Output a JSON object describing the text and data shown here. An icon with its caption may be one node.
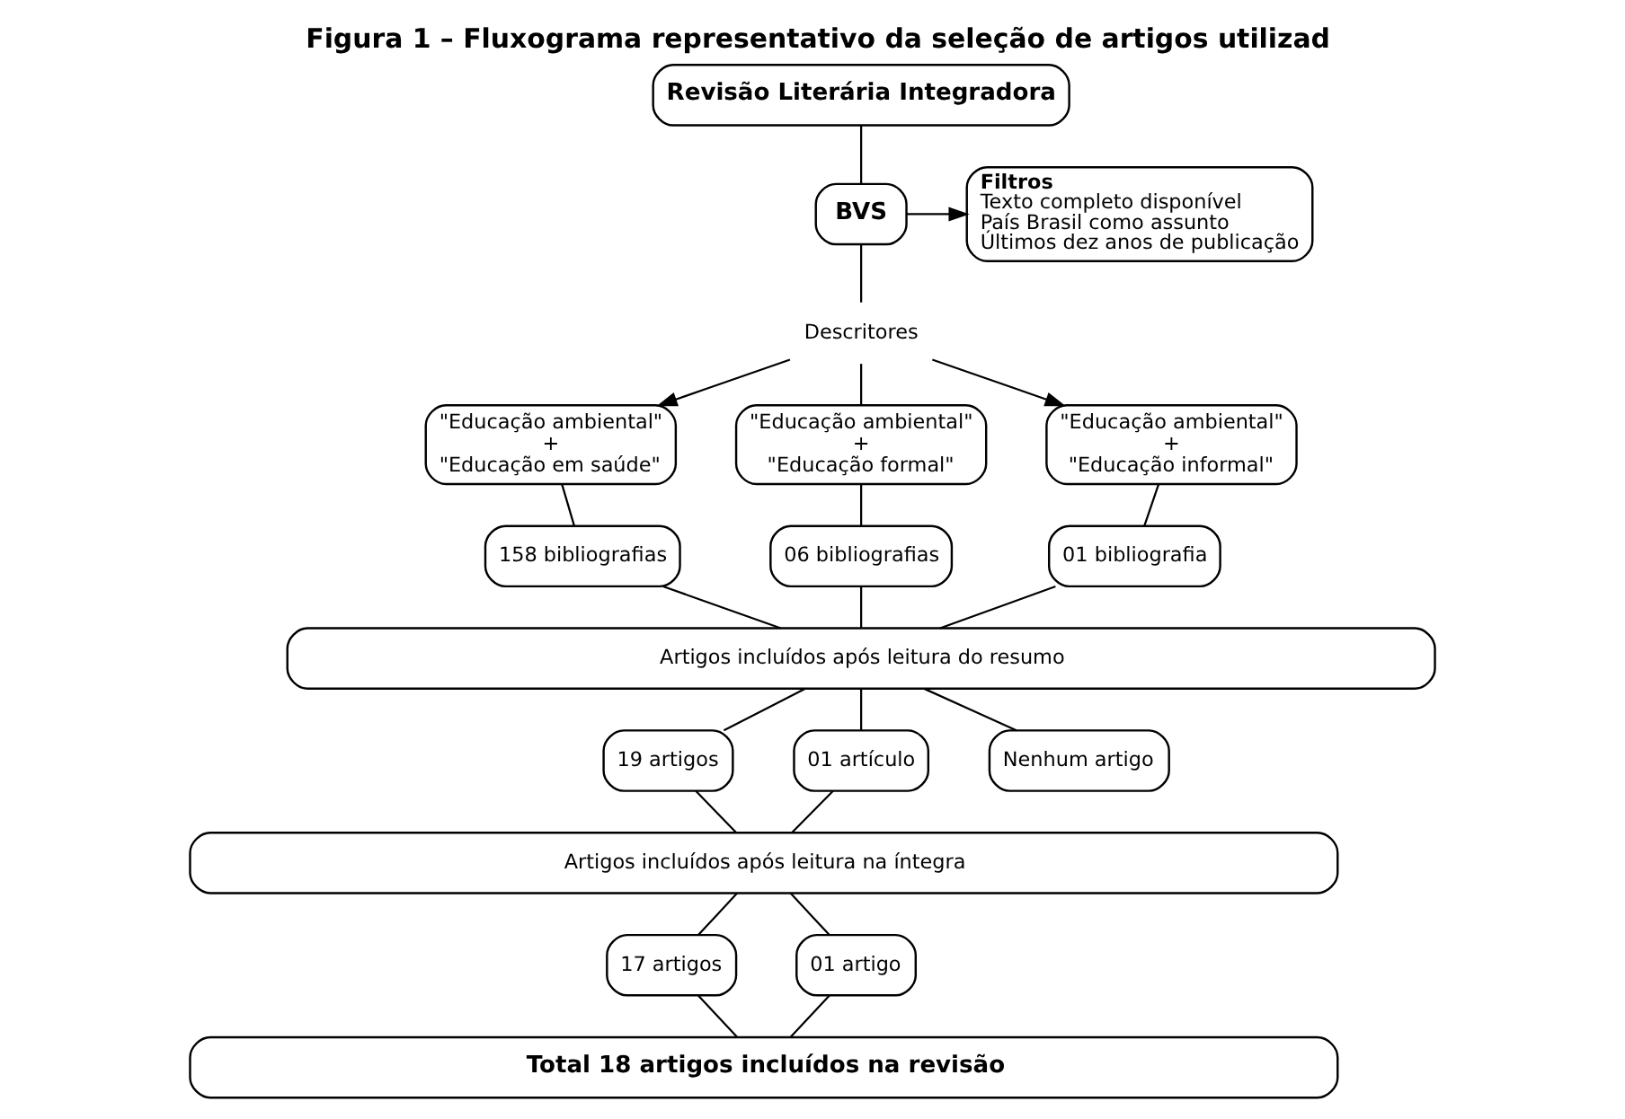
{
  "diagram": {
    "title": "Figura 1 – Fluxograma representativo da seleção de artigos utilizad",
    "nodes": [
      {
        "text": [
          "Revisão Literária Integradora"
        ]
      },
      {
        "text": [
          "BVS"
        ]
      },
      {
        "text": [
          "Filtros",
          "Texto completo disponível",
          "País Brasil como assunto",
          "Últimos dez anos de publicação"
        ]
      },
      {
        "text": [
          "Descritores"
        ]
      },
      {
        "text": [
          "\"Educação ambiental\" + \"Educação em saúde\""
        ]
      },
      {
        "text": [
          "\"Educação ambiental\" + \"Educação formal\""
        ]
      },
      {
        "text": [
          "\"Educação ambiental\" + \"Educação informal\""
        ]
      },
      {
        "text": [
          "158 bibliografias"
        ]
      },
      {
        "text": [
          "06 bibliografias"
        ]
      },
      {
        "text": [
          "01 bibliografia"
        ]
      },
      {
        "text": [
          "Artigos incluídos após leitura do resumo"
        ]
      },
      {
        "text": [
          "19 artigos"
        ]
      },
      {
        "text": [
          "01 artículo"
        ]
      },
      {
        "text": [
          "Nenhum artigo"
        ]
      },
      {
        "text": [
          "Artigos incluídos após leitura na íntegra"
        ]
      },
      {
        "text": [
          "17 artigos"
        ]
      },
      {
        "text": [
          "01 artigo"
        ]
      },
      {
        "text": [
          "Total 18 artigos incluídos na revisão"
        ]
      }
    ],
    "edges": [
      {
        "from": 0,
        "to": 1,
        "arrow": "none"
      },
      {
        "from": 1,
        "to": 2,
        "arrow": "to"
      },
      {
        "from": 1,
        "to": 3,
        "arrow": "none"
      },
      {
        "from": 3,
        "to": 4,
        "arrow": "to"
      },
      {
        "from": 3,
        "to": 5,
        "arrow": "none"
      },
      {
        "from": 3,
        "to": 6,
        "arrow": "to"
      },
      {
        "from": 4,
        "to": 7,
        "arrow": "none"
      },
      {
        "from": 5,
        "to": 8,
        "arrow": "none"
      },
      {
        "from": 6,
        "to": 9,
        "arrow": "none"
      },
      {
        "from": 7,
        "to": 10,
        "arrow": "none"
      },
      {
        "from": 8,
        "to": 10,
        "arrow": "none"
      },
      {
        "from": 9,
        "to": 10,
        "arrow": "none"
      },
      {
        "from": 10,
        "to": 11,
        "arrow": "none"
      },
      {
        "from": 10,
        "to": 12,
        "arrow": "none"
      },
      {
        "from": 10,
        "to": 13,
        "arrow": "none"
      },
      {
        "from": 11,
        "to": 14,
        "arrow": "none"
      },
      {
        "from": 12,
        "to": 14,
        "arrow": "none"
      },
      {
        "from": 14,
        "to": 15,
        "arrow": "none"
      },
      {
        "from": 14,
        "to": 16,
        "arrow": "none"
      },
      {
        "from": 15,
        "to": 17,
        "arrow": "none"
      },
      {
        "from": 16,
        "to": 17,
        "arrow": "none"
      }
    ]
  }
}
